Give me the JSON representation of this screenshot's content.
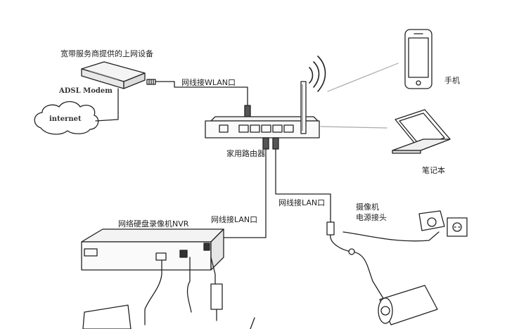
{
  "diagram": {
    "labels": {
      "isp_device": "宽带服务商提供的上网设备",
      "modem": "ADSL Modem",
      "internet": "internet",
      "cable_wan": "网线接WLAN口",
      "router": "家用路由器",
      "phone": "手机",
      "laptop": "笔记本",
      "cable_lan_camera": "网线接LAN口",
      "camera_power_line1": "摄像机",
      "camera_power_line2": "电源接头",
      "nvr": "网络硬盘录像机NVR",
      "cable_lan_nvr": "网线接LAN口"
    }
  }
}
